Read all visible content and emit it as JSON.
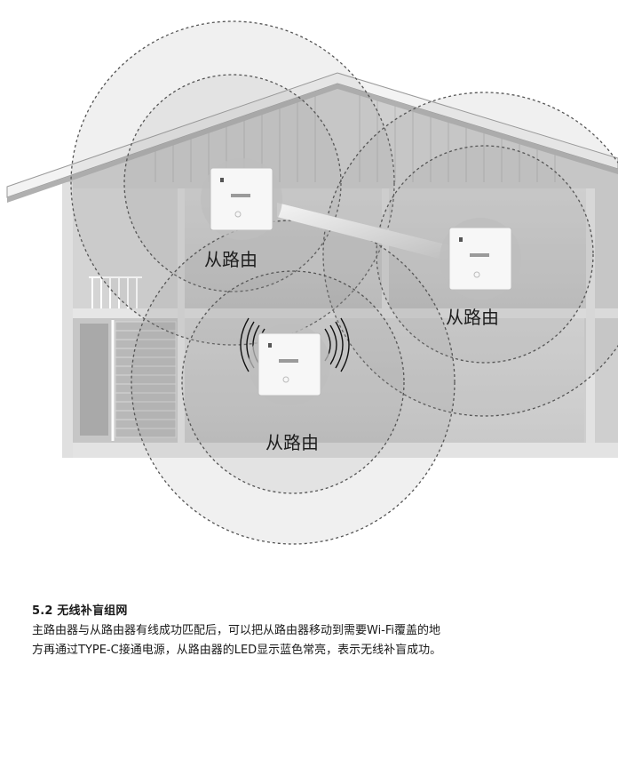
{
  "illustration": {
    "routers": [
      {
        "label": "从路由"
      },
      {
        "label": "从路由"
      },
      {
        "label": "从路由"
      }
    ]
  },
  "section": {
    "title": "5.2 无线补盲组网",
    "lines": [
      "主路由器与从路由器有线成功匹配后，可以把从路由器移动到需要Wi-Fi覆盖的地",
      "方再通过TYPE-C接通电源，从路由器的LED显示蓝色常亮，表示无线补盲成功。"
    ]
  }
}
